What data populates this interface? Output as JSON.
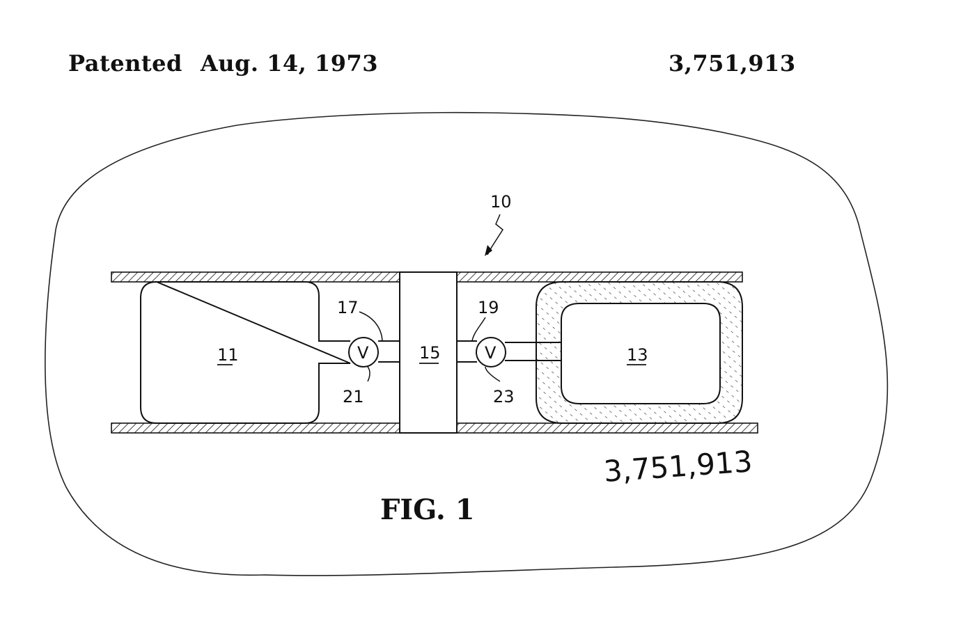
{
  "header": {
    "patented_label": "Patented",
    "date": "Aug. 14, 1973",
    "patent_number": "3,751,913"
  },
  "figure": {
    "caption": "FIG. 1",
    "handwritten_number": "3,751,913",
    "refs": {
      "assembly": "10",
      "left_chamber": "11",
      "right_chamber": "13",
      "center_block": "15",
      "valve_left_ref": "17",
      "valve_right_ref": "19",
      "line_left_ref": "21",
      "line_right_ref": "23"
    },
    "valve_letter": "V"
  }
}
